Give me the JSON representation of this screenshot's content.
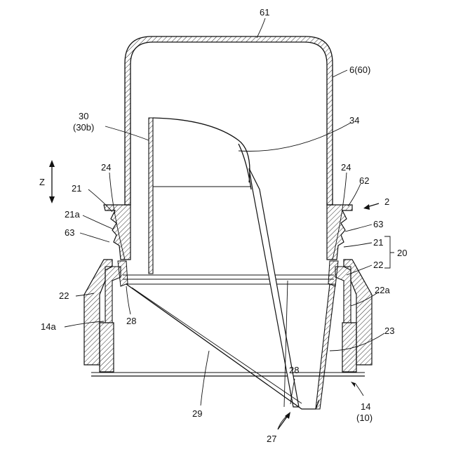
{
  "figure": {
    "labels": {
      "l61": "61",
      "l6": "6(60)",
      "l30": "30",
      "l30b": "(30b)",
      "l34": "34",
      "lZ": "Z",
      "l24_left": "24",
      "l24_right": "24",
      "l62": "62",
      "l2": "2",
      "l21_left": "21",
      "l21a": "21a",
      "l63_left": "63",
      "l63_right": "63",
      "l21_right": "21",
      "l20": "20",
      "l22_right": "22",
      "l22_left": "22",
      "l22a": "22a",
      "l14a": "14a",
      "l28_left": "28",
      "l23": "23",
      "l28_bottom": "28",
      "l29": "29",
      "l14": "14",
      "l10": "(10)",
      "l27": "27"
    }
  }
}
